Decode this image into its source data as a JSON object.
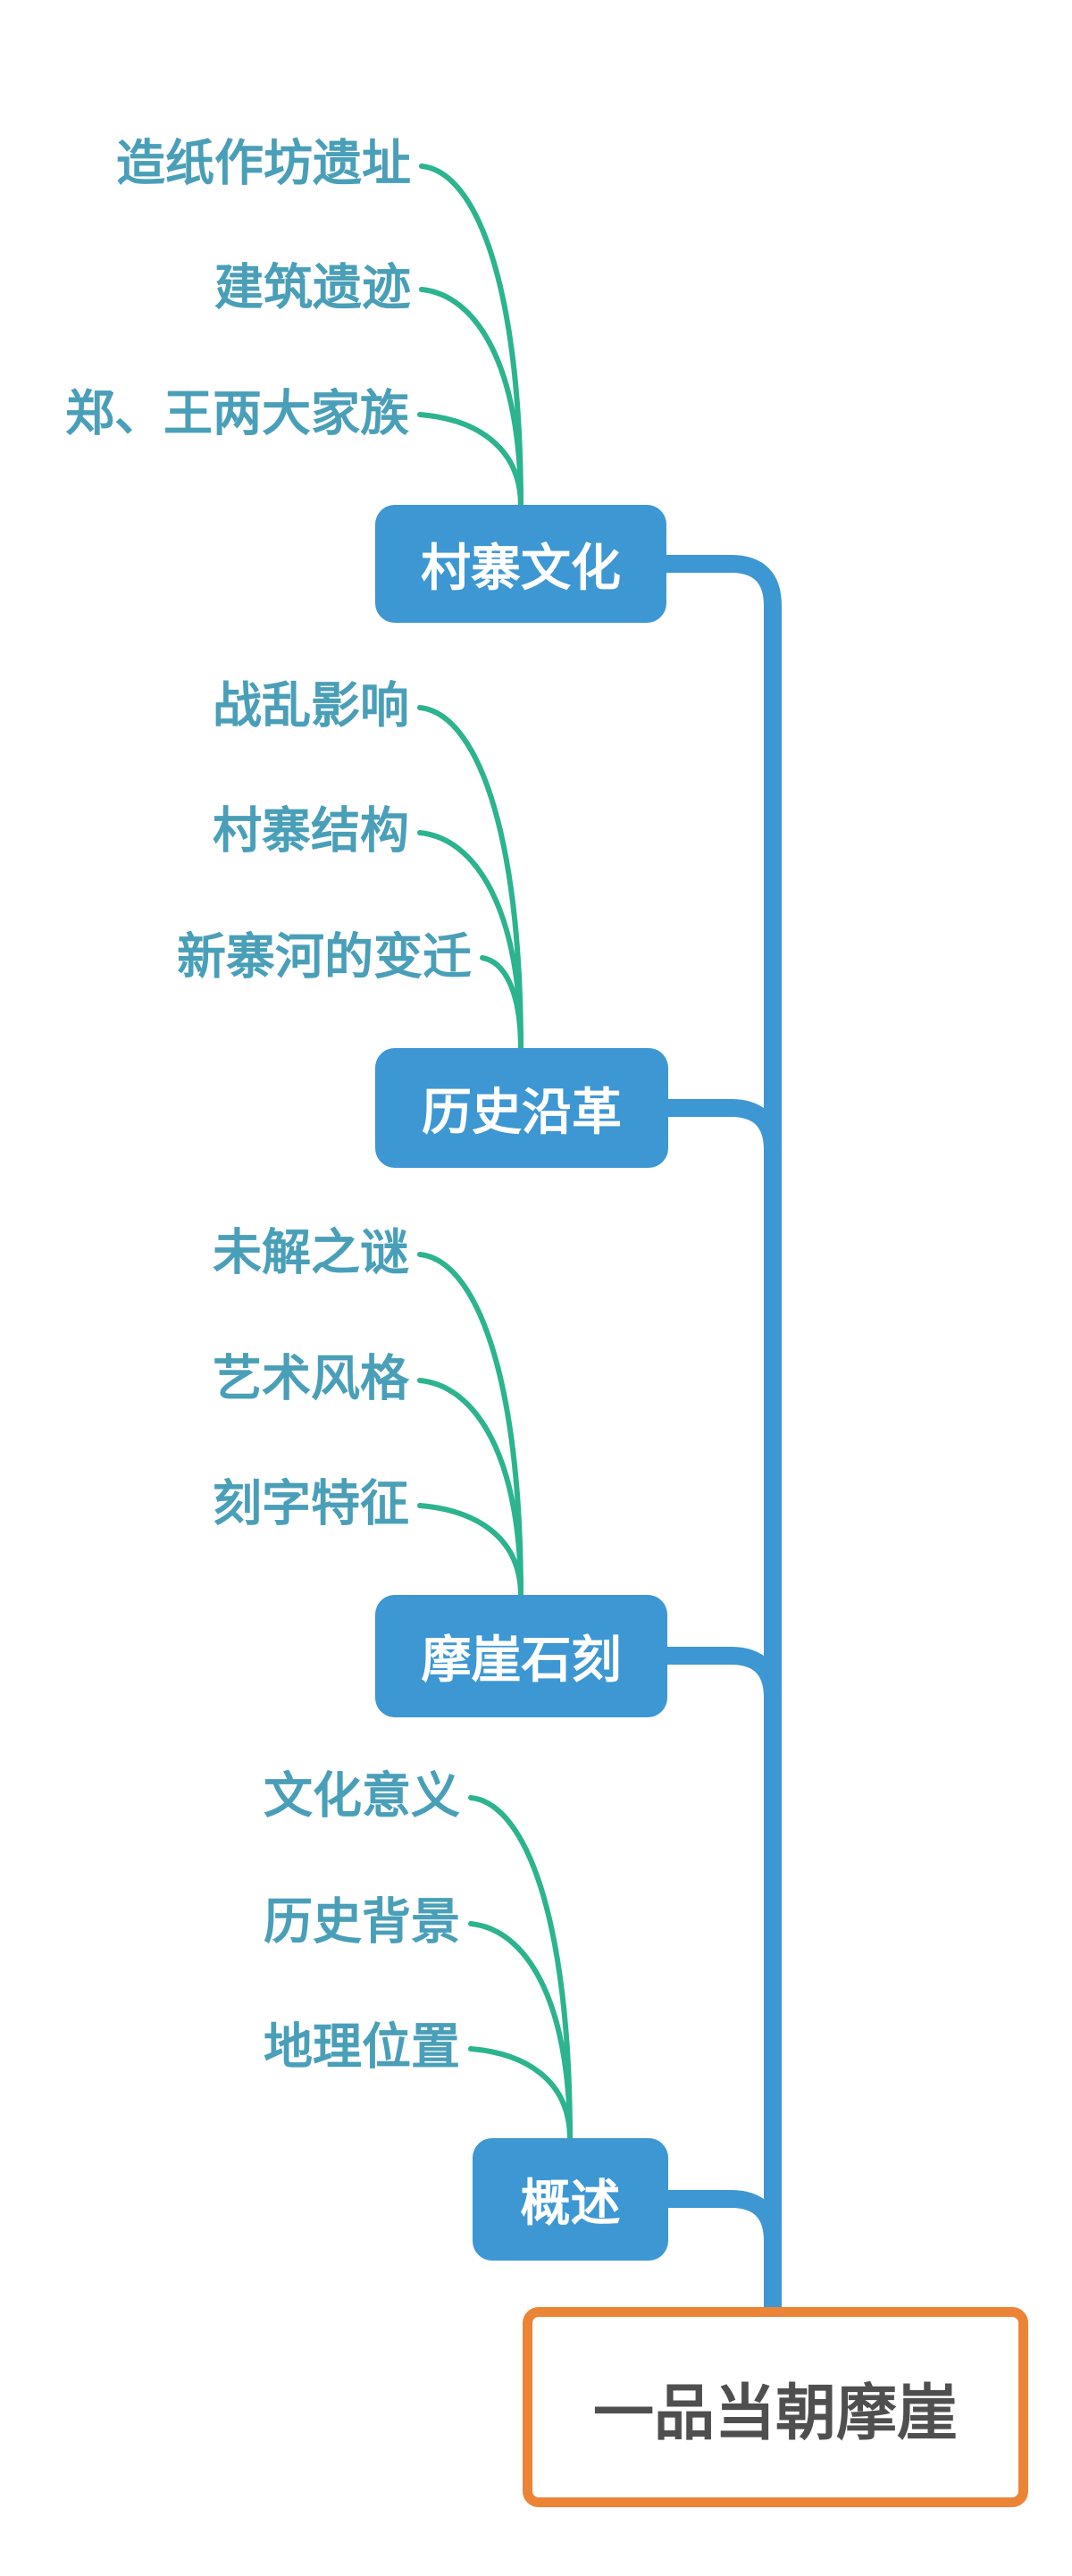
{
  "root": {
    "label": "一品当朝摩崖"
  },
  "branches": [
    {
      "label": "村寨文化",
      "children": [
        "造纸作坊遗址",
        "建筑遗迹",
        "郑、王两大家族"
      ]
    },
    {
      "label": "历史沿革",
      "children": [
        "战乱影响",
        "村寨结构",
        "新寨河的变迁"
      ]
    },
    {
      "label": "摩崖石刻",
      "children": [
        "未解之谜",
        "艺术风格",
        "刻字特征"
      ]
    },
    {
      "label": "概述",
      "children": [
        "文化意义",
        "历史背景",
        "地理位置"
      ]
    }
  ],
  "colors": {
    "branch_fill": "#3D97D3",
    "branch_text": "#FFFFFF",
    "trunk_blue": "#3D97D3",
    "leaf_text_teal": "#4A9FB8",
    "leaf_curve_green": "#2BB48E",
    "root_border_orange": "#EC8435",
    "root_text_gray": "#4F4F4F",
    "background": "#FFFFFF"
  }
}
